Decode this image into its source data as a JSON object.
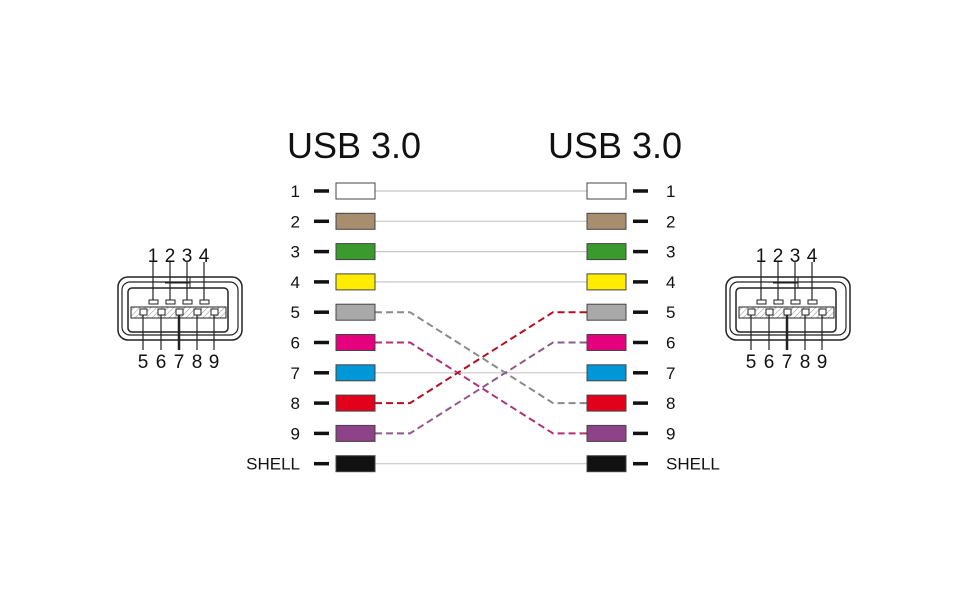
{
  "titles": {
    "left": "USB 3.0",
    "right": "USB 3.0"
  },
  "pins": [
    {
      "label": "1",
      "color": "#ffffff",
      "to": "1"
    },
    {
      "label": "2",
      "color": "#a88d6e",
      "to": "2"
    },
    {
      "label": "3",
      "color": "#3a9a2e",
      "to": "3"
    },
    {
      "label": "4",
      "color": "#ffec00",
      "to": "4"
    },
    {
      "label": "5",
      "color": "#a9a9a9",
      "to": "8",
      "wire": "#8a8a8a"
    },
    {
      "label": "6",
      "color": "#e5007d",
      "to": "9",
      "wire": "#b0307a"
    },
    {
      "label": "7",
      "color": "#0097d8",
      "to": "7"
    },
    {
      "label": "8",
      "color": "#e2001a",
      "to": "5",
      "wire": "#b01020"
    },
    {
      "label": "9",
      "color": "#8e4287",
      "to": "6",
      "wire": "#8e5a8a"
    },
    {
      "label": "SHELL",
      "color": "#111111",
      "to": "SHELL"
    }
  ],
  "connector": {
    "top_pins": [
      "1",
      "2",
      "3",
      "4"
    ],
    "bottom_pins": [
      "5",
      "6",
      "7",
      "8",
      "9"
    ]
  }
}
